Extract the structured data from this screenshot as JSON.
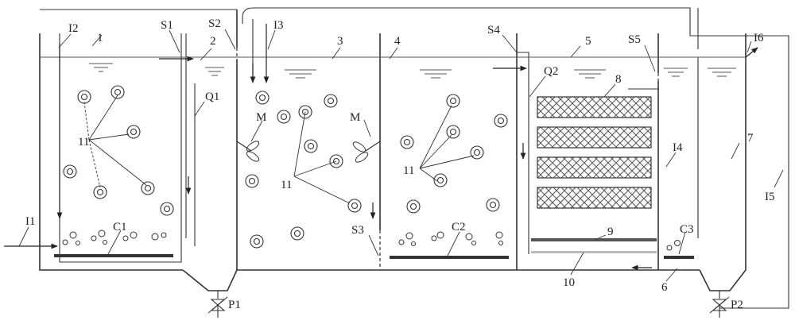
{
  "diagram": {
    "labels": [
      {
        "id": "I1",
        "text": "I1"
      },
      {
        "id": "I2",
        "text": "I2"
      },
      {
        "id": "I3",
        "text": "I3"
      },
      {
        "id": "I4",
        "text": "I4"
      },
      {
        "id": "I5",
        "text": "I5"
      },
      {
        "id": "I6",
        "text": "I6"
      },
      {
        "id": "S1",
        "text": "S1"
      },
      {
        "id": "S2",
        "text": "S2"
      },
      {
        "id": "S3",
        "text": "S3"
      },
      {
        "id": "S4",
        "text": "S4"
      },
      {
        "id": "S5",
        "text": "S5"
      },
      {
        "id": "Q1",
        "text": "Q1"
      },
      {
        "id": "Q2",
        "text": "Q2"
      },
      {
        "id": "P1",
        "text": "P1"
      },
      {
        "id": "P2",
        "text": "P2"
      },
      {
        "id": "C1",
        "text": "C1"
      },
      {
        "id": "C2",
        "text": "C2"
      },
      {
        "id": "C3",
        "text": "C3"
      },
      {
        "id": "M_left",
        "text": "M"
      },
      {
        "id": "M_right",
        "text": "M"
      },
      {
        "id": "n1",
        "text": "1"
      },
      {
        "id": "n2",
        "text": "2"
      },
      {
        "id": "n3",
        "text": "3"
      },
      {
        "id": "n4",
        "text": "4"
      },
      {
        "id": "n5",
        "text": "5"
      },
      {
        "id": "n6",
        "text": "6"
      },
      {
        "id": "n7",
        "text": "7"
      },
      {
        "id": "n8",
        "text": "8"
      },
      {
        "id": "n9",
        "text": "9"
      },
      {
        "id": "n10",
        "text": "10"
      },
      {
        "id": "n11_a",
        "text": "11"
      },
      {
        "id": "n11_b",
        "text": "11"
      },
      {
        "id": "n11_c",
        "text": "11"
      }
    ],
    "colors": {
      "line": "#333333",
      "aerator": "#333333",
      "membrane_plate": "#555555",
      "membrane_plate_light": "#bbbbbb",
      "hatch": "#555555",
      "background": "#ffffff"
    }
  }
}
